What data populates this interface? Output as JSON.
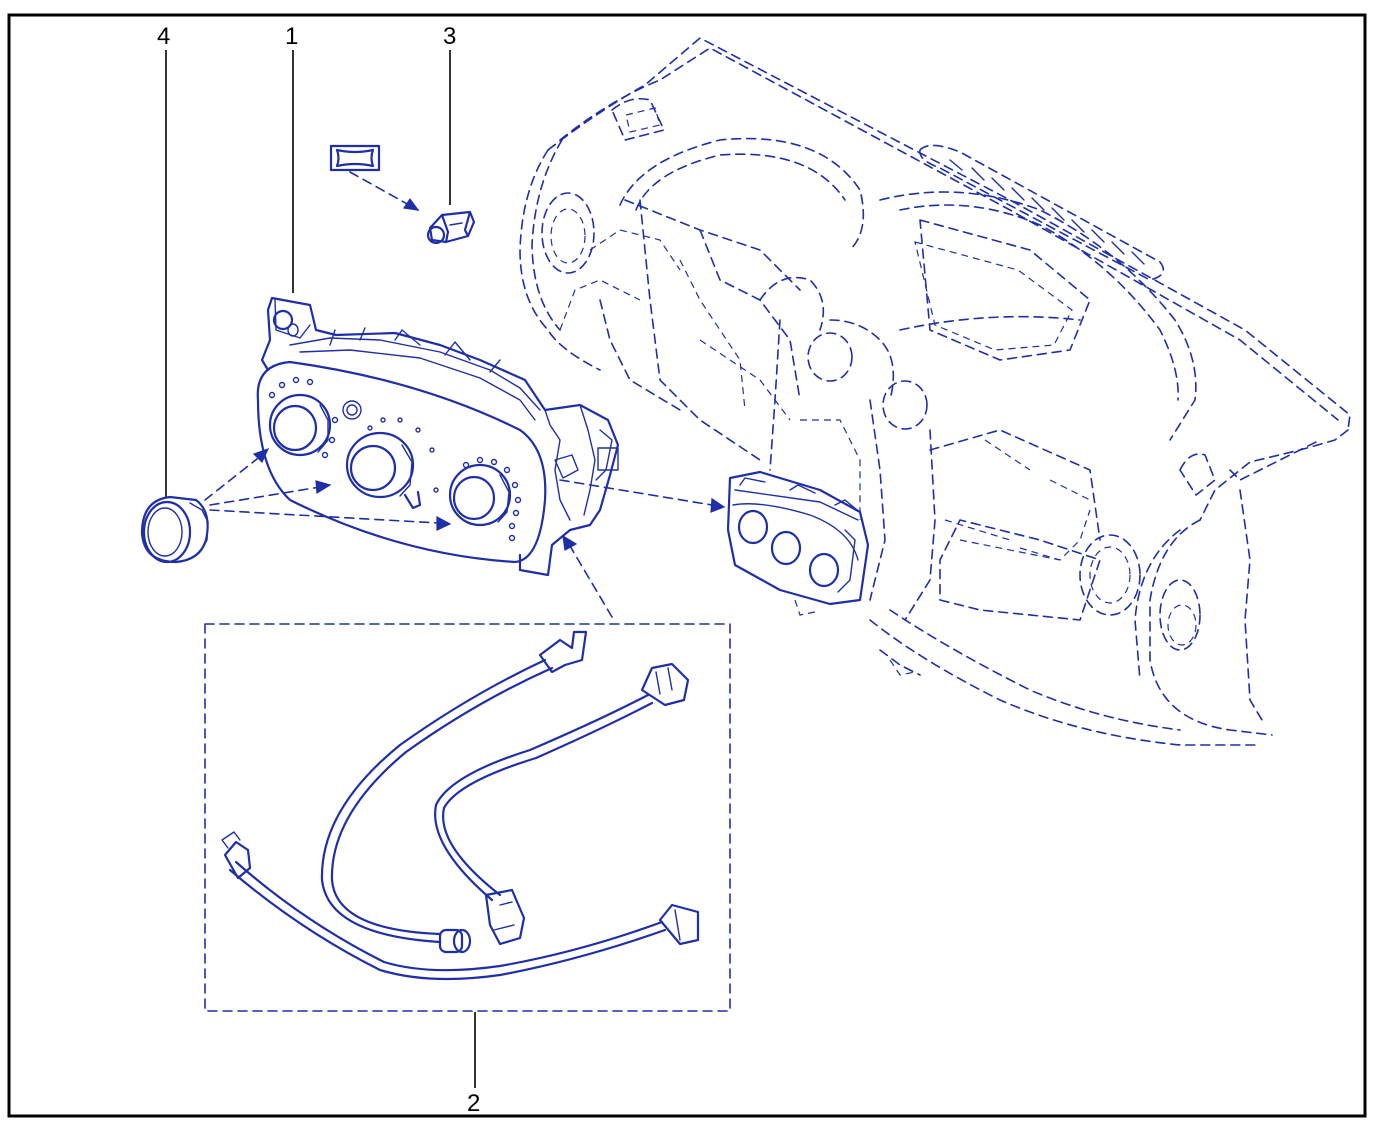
{
  "diagram": {
    "callouts": [
      {
        "number": "1"
      },
      {
        "number": "2"
      },
      {
        "number": "3"
      },
      {
        "number": "4"
      }
    ],
    "colors": {
      "line_art": "#1f2fa8",
      "callout_text": "#000000",
      "frame": "#000000",
      "background": "#ffffff"
    }
  }
}
